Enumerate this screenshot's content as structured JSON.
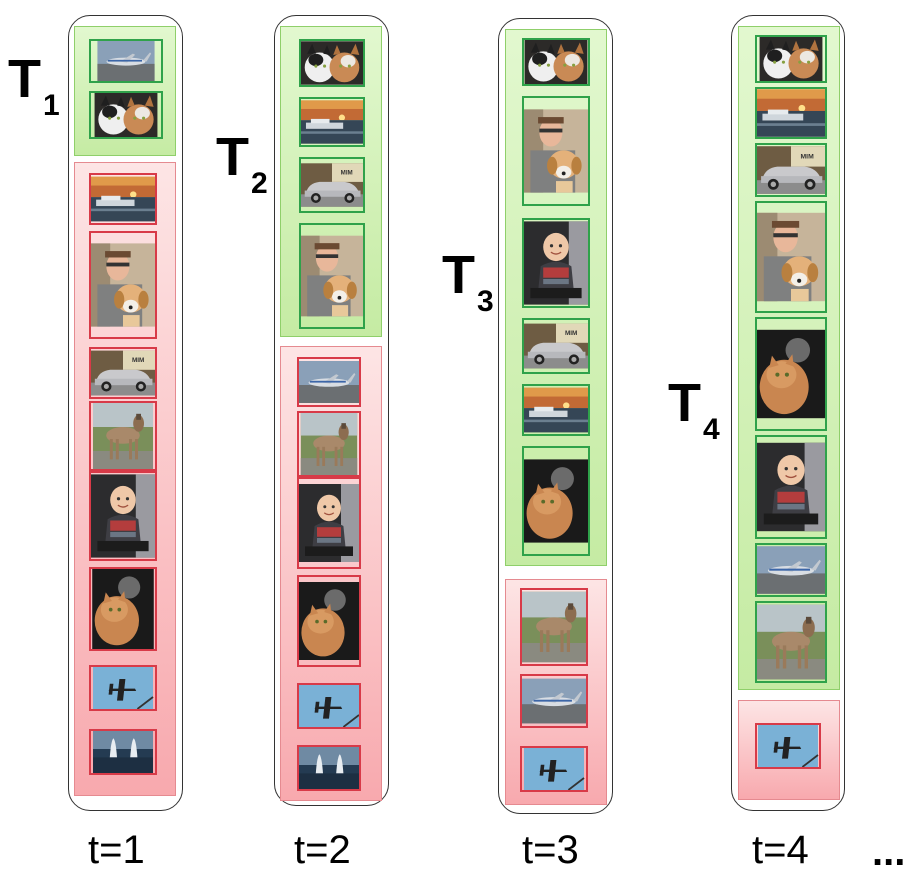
{
  "task_labels": [
    {
      "letter": "T",
      "index": "1"
    },
    {
      "letter": "T",
      "index": "2"
    },
    {
      "letter": "T",
      "index": "3"
    },
    {
      "letter": "T",
      "index": "4"
    }
  ],
  "time_steps": [
    "t=1",
    "t=2",
    "t=3",
    "t=4"
  ],
  "ellipsis": "...",
  "colors": {
    "selected_zone": "#c5eba3",
    "unselected_zone": "#f8a9ae",
    "selected_border": "#2fa24a",
    "unselected_border": "#d83a48"
  },
  "columns": [
    {
      "step": "t=1",
      "selected": [
        "airplane-photo",
        "cats-photo"
      ],
      "unselected": [
        "sunset-boats-photo",
        "man-with-dog-photo",
        "silver-car-photo",
        "standing-dog-photo",
        "baby-photo",
        "orange-cat-photo",
        "airplane-sky-photo",
        "boats-sea-photo"
      ]
    },
    {
      "step": "t=2",
      "selected": [
        "cats-photo",
        "sunset-boats-photo",
        "silver-car-photo",
        "man-with-dog-photo"
      ],
      "unselected": [
        "airplane-photo",
        "standing-dog-photo",
        "baby-photo",
        "orange-cat-photo",
        "airplane-sky-photo",
        "boats-sea-photo"
      ]
    },
    {
      "step": "t=3",
      "selected": [
        "cats-photo",
        "man-with-dog-photo",
        "baby-photo",
        "silver-car-photo",
        "sunset-boats-photo",
        "orange-cat-photo"
      ],
      "unselected": [
        "standing-dog-photo",
        "airplane-photo",
        "airplane-sky-photo"
      ]
    },
    {
      "step": "t=4",
      "selected": [
        "cats-photo",
        "sunset-boats-photo",
        "silver-car-photo",
        "man-with-dog-photo",
        "orange-cat-photo",
        "baby-photo",
        "airplane-photo",
        "standing-dog-photo"
      ],
      "unselected": [
        "airplane-sky-photo"
      ]
    }
  ]
}
